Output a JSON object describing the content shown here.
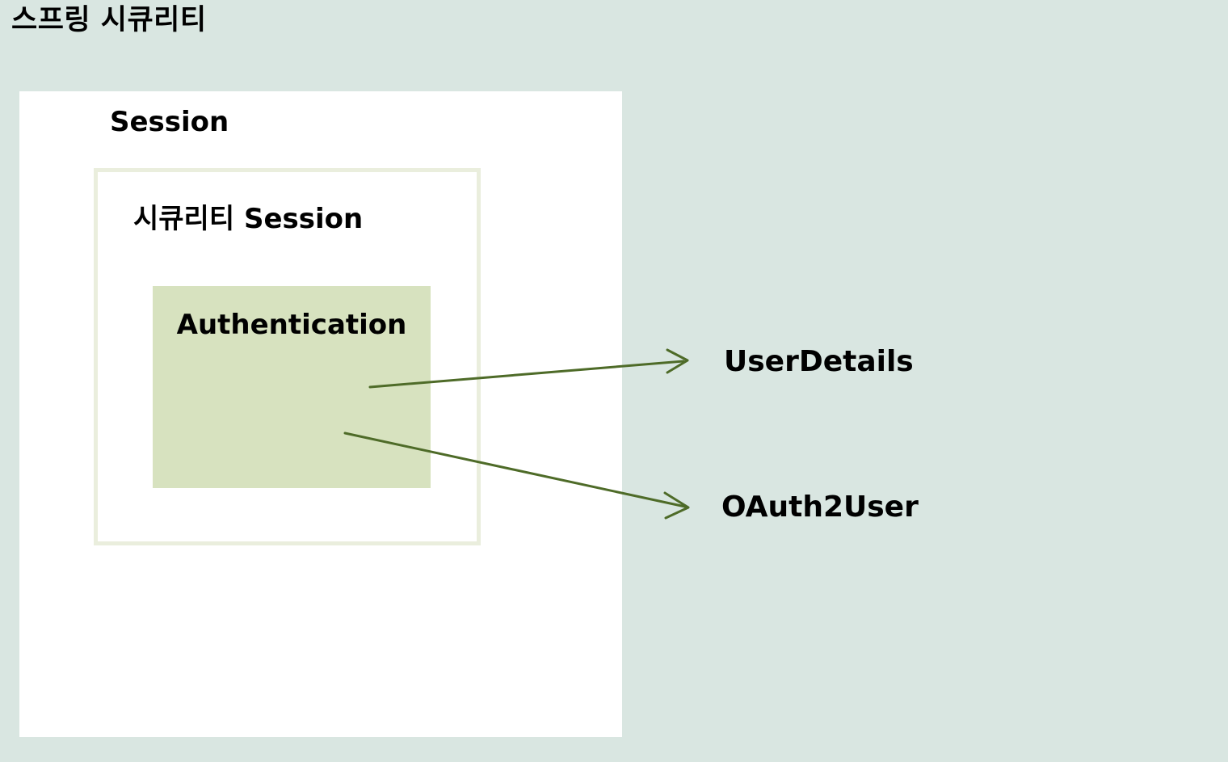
{
  "page": {
    "title": "스프링 시큐리티",
    "background_color": "#d9e6e1"
  },
  "diagram": {
    "type": "nested-boxes-with-arrows",
    "outer_box": {
      "label": "Session",
      "fill_color": "#ffffff"
    },
    "inner_box": {
      "label": "시큐리티 Session",
      "fill_color": "#ffffff",
      "border_color": "#eaeedd"
    },
    "core_box": {
      "label": "Authentication",
      "fill_color": "#d7e2bf"
    },
    "targets": [
      {
        "label": "UserDetails"
      },
      {
        "label": "OAuth2User"
      }
    ],
    "arrows": [
      {
        "name": "authentication-to-userdetails",
        "from": "Authentication",
        "to": "UserDetails",
        "color": "#4e6b28"
      },
      {
        "name": "authentication-to-oauth2user",
        "from": "Authentication",
        "to": "OAuth2User",
        "color": "#4e6b28"
      }
    ]
  }
}
